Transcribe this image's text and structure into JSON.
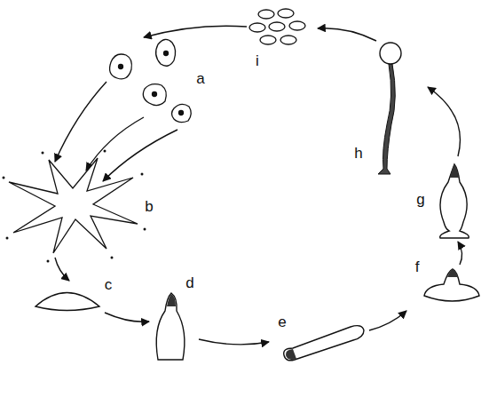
{
  "diagram": {
    "labels": [
      "a",
      "b",
      "c",
      "d",
      "e",
      "f",
      "g",
      "h",
      "i"
    ]
  }
}
